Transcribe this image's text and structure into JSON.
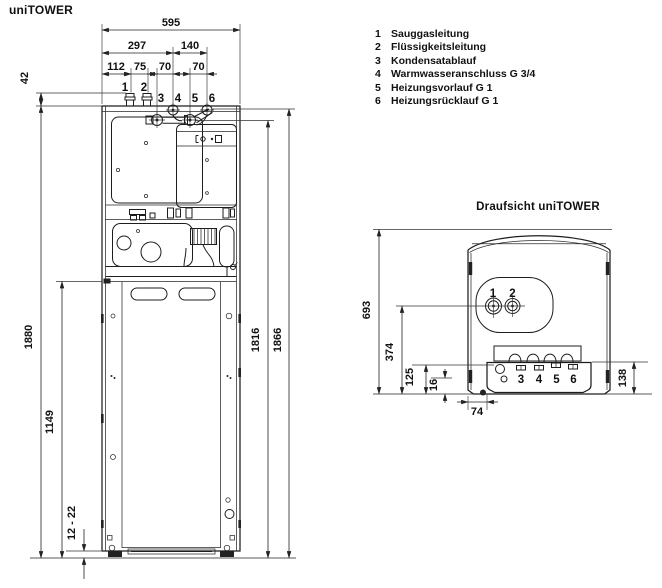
{
  "page": {
    "title": "uniTOWER",
    "topview_title": "Draufsicht uniTOWER"
  },
  "legend": {
    "items": [
      {
        "num": "1",
        "label": "Sauggasleitung"
      },
      {
        "num": "2",
        "label": "Flüssigkeitsleitung"
      },
      {
        "num": "3",
        "label": "Kondensatablauf"
      },
      {
        "num": "4",
        "label": "Warmwasseranschluss G 3/4"
      },
      {
        "num": "5",
        "label": "Heizungsvorlauf G 1"
      },
      {
        "num": "6",
        "label": "Heizungsrücklauf G 1"
      }
    ]
  },
  "front_view": {
    "connection_labels": [
      "1",
      "2",
      "3",
      "4",
      "5",
      "6"
    ],
    "dims": {
      "d595": "595",
      "d297": "297",
      "d140": "140",
      "d112": "112",
      "d75": "75",
      "d70a": "70",
      "d70b": "70",
      "d42": "42",
      "d1880": "1880",
      "d1149": "1149",
      "dfeet": "12 - 22",
      "d1816": "1816",
      "d1866": "1866"
    }
  },
  "top_view": {
    "connection_labels": [
      "1",
      "2",
      "3",
      "4",
      "5",
      "6"
    ],
    "dims": {
      "d693": "693",
      "d374": "374",
      "d125": "125",
      "d16": "16",
      "d74": "74",
      "d138": "138"
    }
  }
}
